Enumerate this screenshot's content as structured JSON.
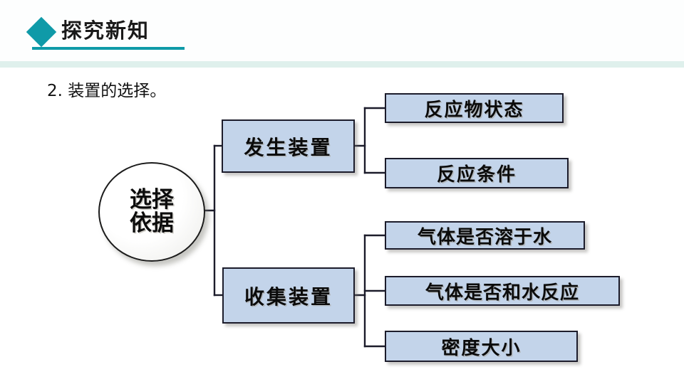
{
  "header": {
    "title": "探究新知",
    "diamond_icon": "diamond-bullet-icon",
    "accent_color": "#0f9aa8",
    "band_color": "#dff0ec"
  },
  "subtitle": "2. 装置的选择。",
  "diagram": {
    "type": "tree-diagram",
    "box_fill": "#c3d4ea",
    "box_border": "#1c1c2b",
    "root": {
      "label_line1": "选择",
      "label_line2": "依据",
      "shape": "circle"
    },
    "branches": [
      {
        "label": "发生装置",
        "children": [
          {
            "label": "反应物状态"
          },
          {
            "label": "反应条件"
          }
        ]
      },
      {
        "label": "收集装置",
        "children": [
          {
            "label": "气体是否溶于水"
          },
          {
            "label": "气体是否和水反应"
          },
          {
            "label": "密度大小"
          }
        ]
      }
    ]
  }
}
